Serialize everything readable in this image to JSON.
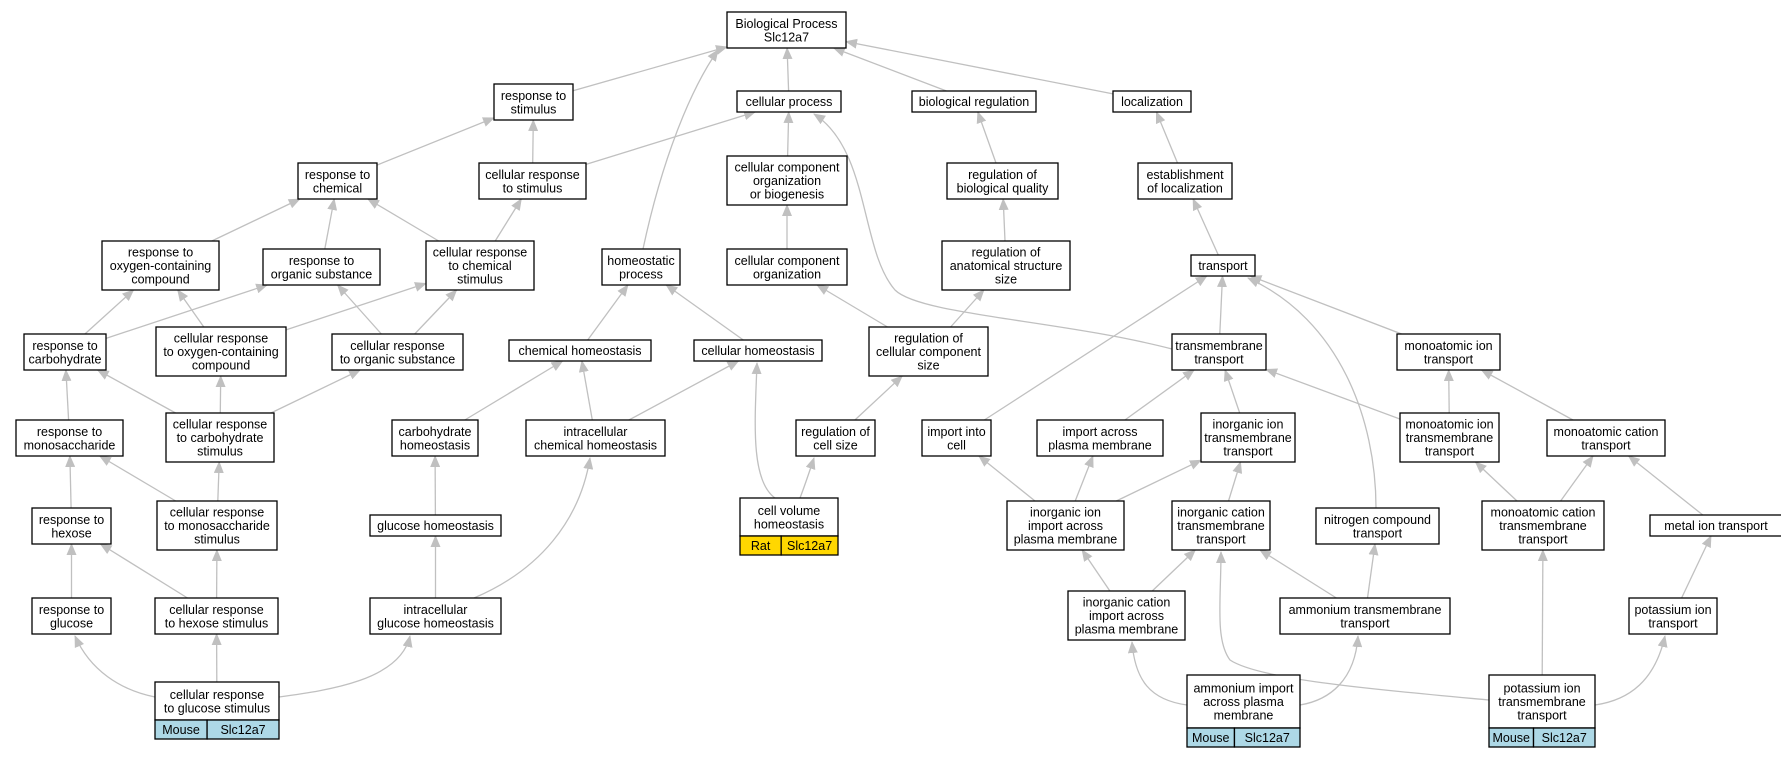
{
  "nodes": [
    {
      "id": "root",
      "lines": [
        "Biological Process",
        "Slc12a7"
      ]
    },
    {
      "id": "resp_stim",
      "lines": [
        "response to",
        "stimulus"
      ]
    },
    {
      "id": "cell_proc",
      "lines": [
        "cellular process"
      ]
    },
    {
      "id": "bio_reg",
      "lines": [
        "biological regulation"
      ]
    },
    {
      "id": "localization",
      "lines": [
        "localization"
      ]
    },
    {
      "id": "resp_chem",
      "lines": [
        "response to",
        "chemical"
      ]
    },
    {
      "id": "cell_resp_stim",
      "lines": [
        "cellular response",
        "to stimulus"
      ]
    },
    {
      "id": "cco_biog",
      "lines": [
        "cellular component",
        "organization",
        "or biogenesis"
      ]
    },
    {
      "id": "reg_bio_qual",
      "lines": [
        "regulation of",
        "biological quality"
      ]
    },
    {
      "id": "est_loc",
      "lines": [
        "establishment",
        "of localization"
      ]
    },
    {
      "id": "resp_oxy",
      "lines": [
        "response to",
        "oxygen-containing",
        "compound"
      ]
    },
    {
      "id": "resp_org",
      "lines": [
        "response to",
        "organic substance"
      ]
    },
    {
      "id": "cell_resp_chem",
      "lines": [
        "cellular response",
        "to chemical",
        "stimulus"
      ]
    },
    {
      "id": "homeo_proc",
      "lines": [
        "homeostatic",
        "process"
      ]
    },
    {
      "id": "cco",
      "lines": [
        "cellular component",
        "organization"
      ]
    },
    {
      "id": "reg_anat",
      "lines": [
        "regulation of",
        "anatomical structure",
        "size"
      ]
    },
    {
      "id": "transport",
      "lines": [
        "transport"
      ]
    },
    {
      "id": "resp_carb",
      "lines": [
        "response to",
        "carbohydrate"
      ]
    },
    {
      "id": "cell_resp_oxy",
      "lines": [
        "cellular response",
        "to oxygen-containing",
        "compound"
      ]
    },
    {
      "id": "cell_resp_org",
      "lines": [
        "cellular response",
        "to organic substance"
      ]
    },
    {
      "id": "chem_homeo",
      "lines": [
        "chemical homeostasis"
      ]
    },
    {
      "id": "cell_homeo",
      "lines": [
        "cellular homeostasis"
      ]
    },
    {
      "id": "reg_ccs",
      "lines": [
        "regulation of",
        "cellular component",
        "size"
      ]
    },
    {
      "id": "tm_transport",
      "lines": [
        "transmembrane",
        "transport"
      ]
    },
    {
      "id": "mono_ion",
      "lines": [
        "monoatomic ion",
        "transport"
      ]
    },
    {
      "id": "resp_mono",
      "lines": [
        "response to",
        "monosaccharide"
      ]
    },
    {
      "id": "cell_resp_carb",
      "lines": [
        "cellular response",
        "to carbohydrate",
        "stimulus"
      ]
    },
    {
      "id": "carb_homeo",
      "lines": [
        "carbohydrate",
        "homeostasis"
      ]
    },
    {
      "id": "ic_chem_homeo",
      "lines": [
        "intracellular",
        "chemical homeostasis"
      ]
    },
    {
      "id": "reg_cell_size",
      "lines": [
        "regulation of",
        "cell size"
      ]
    },
    {
      "id": "import_cell",
      "lines": [
        "import into",
        "cell"
      ]
    },
    {
      "id": "import_pm",
      "lines": [
        "import across",
        "plasma membrane"
      ]
    },
    {
      "id": "inorg_tm",
      "lines": [
        "inorganic ion",
        "transmembrane",
        "transport"
      ]
    },
    {
      "id": "mono_ion_tm",
      "lines": [
        "monoatomic ion",
        "transmembrane",
        "transport"
      ]
    },
    {
      "id": "mono_cat",
      "lines": [
        "monoatomic cation",
        "transport"
      ]
    },
    {
      "id": "resp_hex",
      "lines": [
        "response to",
        "hexose"
      ]
    },
    {
      "id": "cell_resp_mono",
      "lines": [
        "cellular response",
        "to monosaccharide",
        "stimulus"
      ]
    },
    {
      "id": "glc_homeo",
      "lines": [
        "glucose homeostasis"
      ]
    },
    {
      "id": "cvh",
      "lines": [
        "cell volume",
        "homeostasis"
      ],
      "tags": [
        "Rat",
        "Slc12a7"
      ],
      "color": "#ffd700"
    },
    {
      "id": "inorg_import",
      "lines": [
        "inorganic ion",
        "import across",
        "plasma membrane"
      ]
    },
    {
      "id": "inorg_cat_tm",
      "lines": [
        "inorganic cation",
        "transmembrane",
        "transport"
      ]
    },
    {
      "id": "nitro",
      "lines": [
        "nitrogen compound",
        "transport"
      ]
    },
    {
      "id": "mono_cat_tm",
      "lines": [
        "monoatomic cation",
        "transmembrane",
        "transport"
      ]
    },
    {
      "id": "metal_ion",
      "lines": [
        "metal ion transport"
      ]
    },
    {
      "id": "resp_glc",
      "lines": [
        "response to",
        "glucose"
      ]
    },
    {
      "id": "cell_resp_hex",
      "lines": [
        "cellular response",
        "to hexose stimulus"
      ]
    },
    {
      "id": "ic_glc_homeo",
      "lines": [
        "intracellular",
        "glucose homeostasis"
      ]
    },
    {
      "id": "inorg_cat_import",
      "lines": [
        "inorganic cation",
        "import across",
        "plasma membrane"
      ]
    },
    {
      "id": "ammon_tm",
      "lines": [
        "ammonium transmembrane",
        "transport"
      ]
    },
    {
      "id": "k_ion",
      "lines": [
        "potassium ion",
        "transport"
      ]
    },
    {
      "id": "cell_resp_glc",
      "lines": [
        "cellular response",
        "to glucose stimulus"
      ],
      "tags": [
        "Mouse",
        "Slc12a7"
      ],
      "color": "#add8e6"
    },
    {
      "id": "ammon_import",
      "lines": [
        "ammonium import",
        "across plasma",
        "membrane"
      ],
      "tags": [
        "Mouse",
        "Slc12a7"
      ],
      "color": "#add8e6"
    },
    {
      "id": "k_tm",
      "lines": [
        "potassium ion",
        "transmembrane",
        "transport"
      ],
      "tags": [
        "Mouse",
        "Slc12a7"
      ],
      "color": "#add8e6"
    }
  ]
}
